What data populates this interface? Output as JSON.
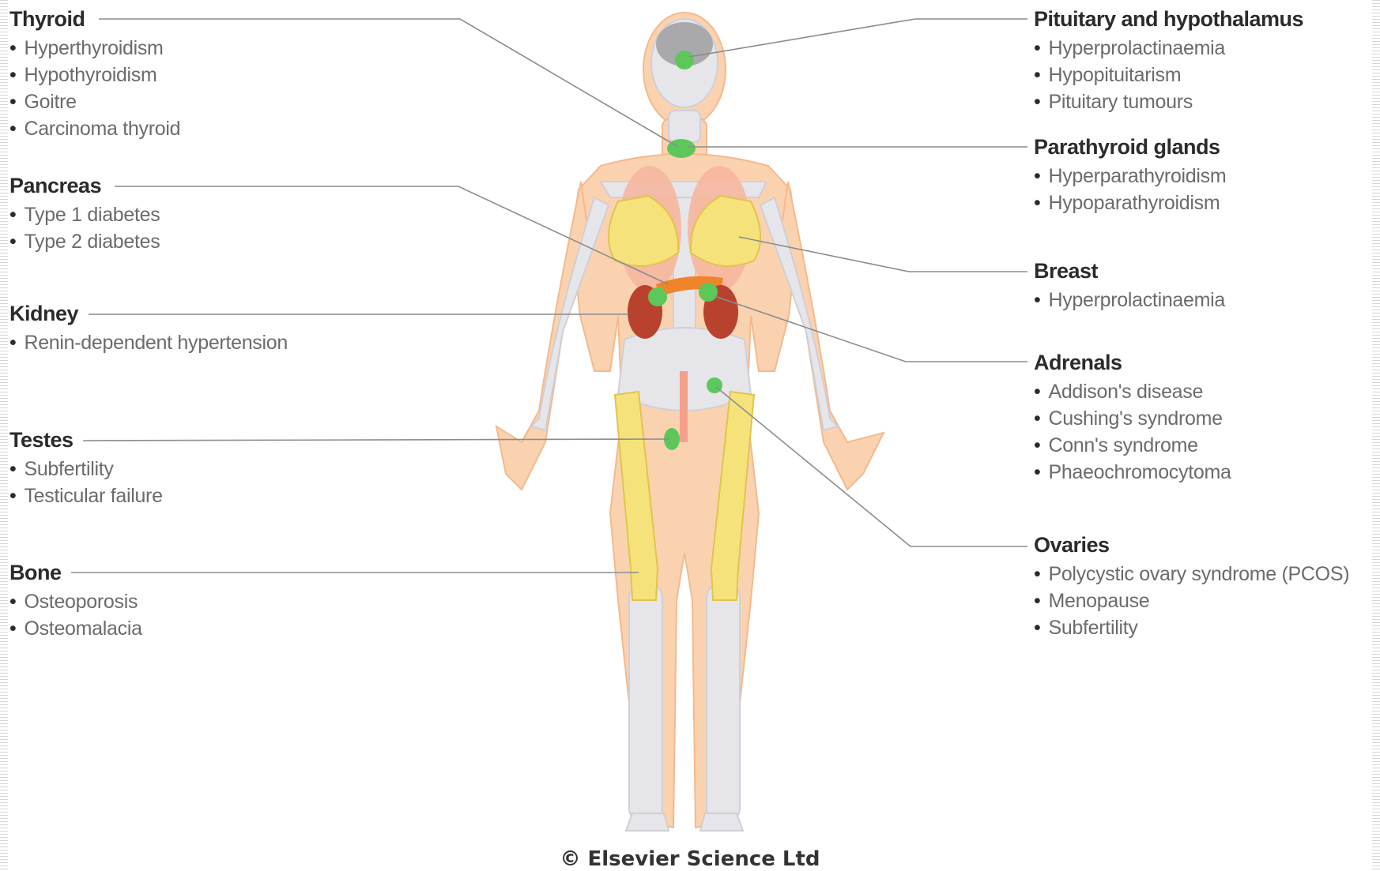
{
  "groups": {
    "thyroid": {
      "title": "Thyroid",
      "items": [
        "Hyperthyroidism",
        "Hypothyroidism",
        "Goitre",
        "Carcinoma thyroid"
      ]
    },
    "pancreas": {
      "title": "Pancreas",
      "items": [
        "Type 1 diabetes",
        "Type 2 diabetes"
      ]
    },
    "kidney": {
      "title": "Kidney",
      "items": [
        "Renin-dependent hypertension"
      ]
    },
    "testes": {
      "title": "Testes",
      "items": [
        "Subfertility",
        "Testicular failure"
      ]
    },
    "bone": {
      "title": "Bone",
      "items": [
        "Osteoporosis",
        "Osteomalacia"
      ]
    },
    "pituitary": {
      "title": "Pituitary and hypothalamus",
      "items": [
        "Hyperprolactinaemia",
        "Hypopituitarism",
        "Pituitary tumours"
      ]
    },
    "parathyroid": {
      "title": "Parathyroid glands",
      "items": [
        "Hyperparathyroidism",
        "Hypoparathyroidism"
      ]
    },
    "breast": {
      "title": "Breast",
      "items": [
        "Hyperprolactinaemia"
      ]
    },
    "adrenals": {
      "title": "Adrenals",
      "items": [
        "Addison's disease",
        "Cushing's syndrome",
        "Conn's syndrome",
        "Phaeochromocytoma"
      ]
    },
    "ovaries": {
      "title": "Ovaries",
      "items": [
        "Polycystic ovary syndrome (PCOS)",
        "Menopause",
        "Subfertility"
      ]
    }
  },
  "copyright": "© Elsevier Science Ltd",
  "colors": {
    "skin": "#fbd2b0",
    "bone": "#e6e6ea",
    "highlight_bone": "#f6e27a",
    "gland": "#5cc85a",
    "kidney": "#b8422e",
    "line": "#8c8c8c"
  }
}
